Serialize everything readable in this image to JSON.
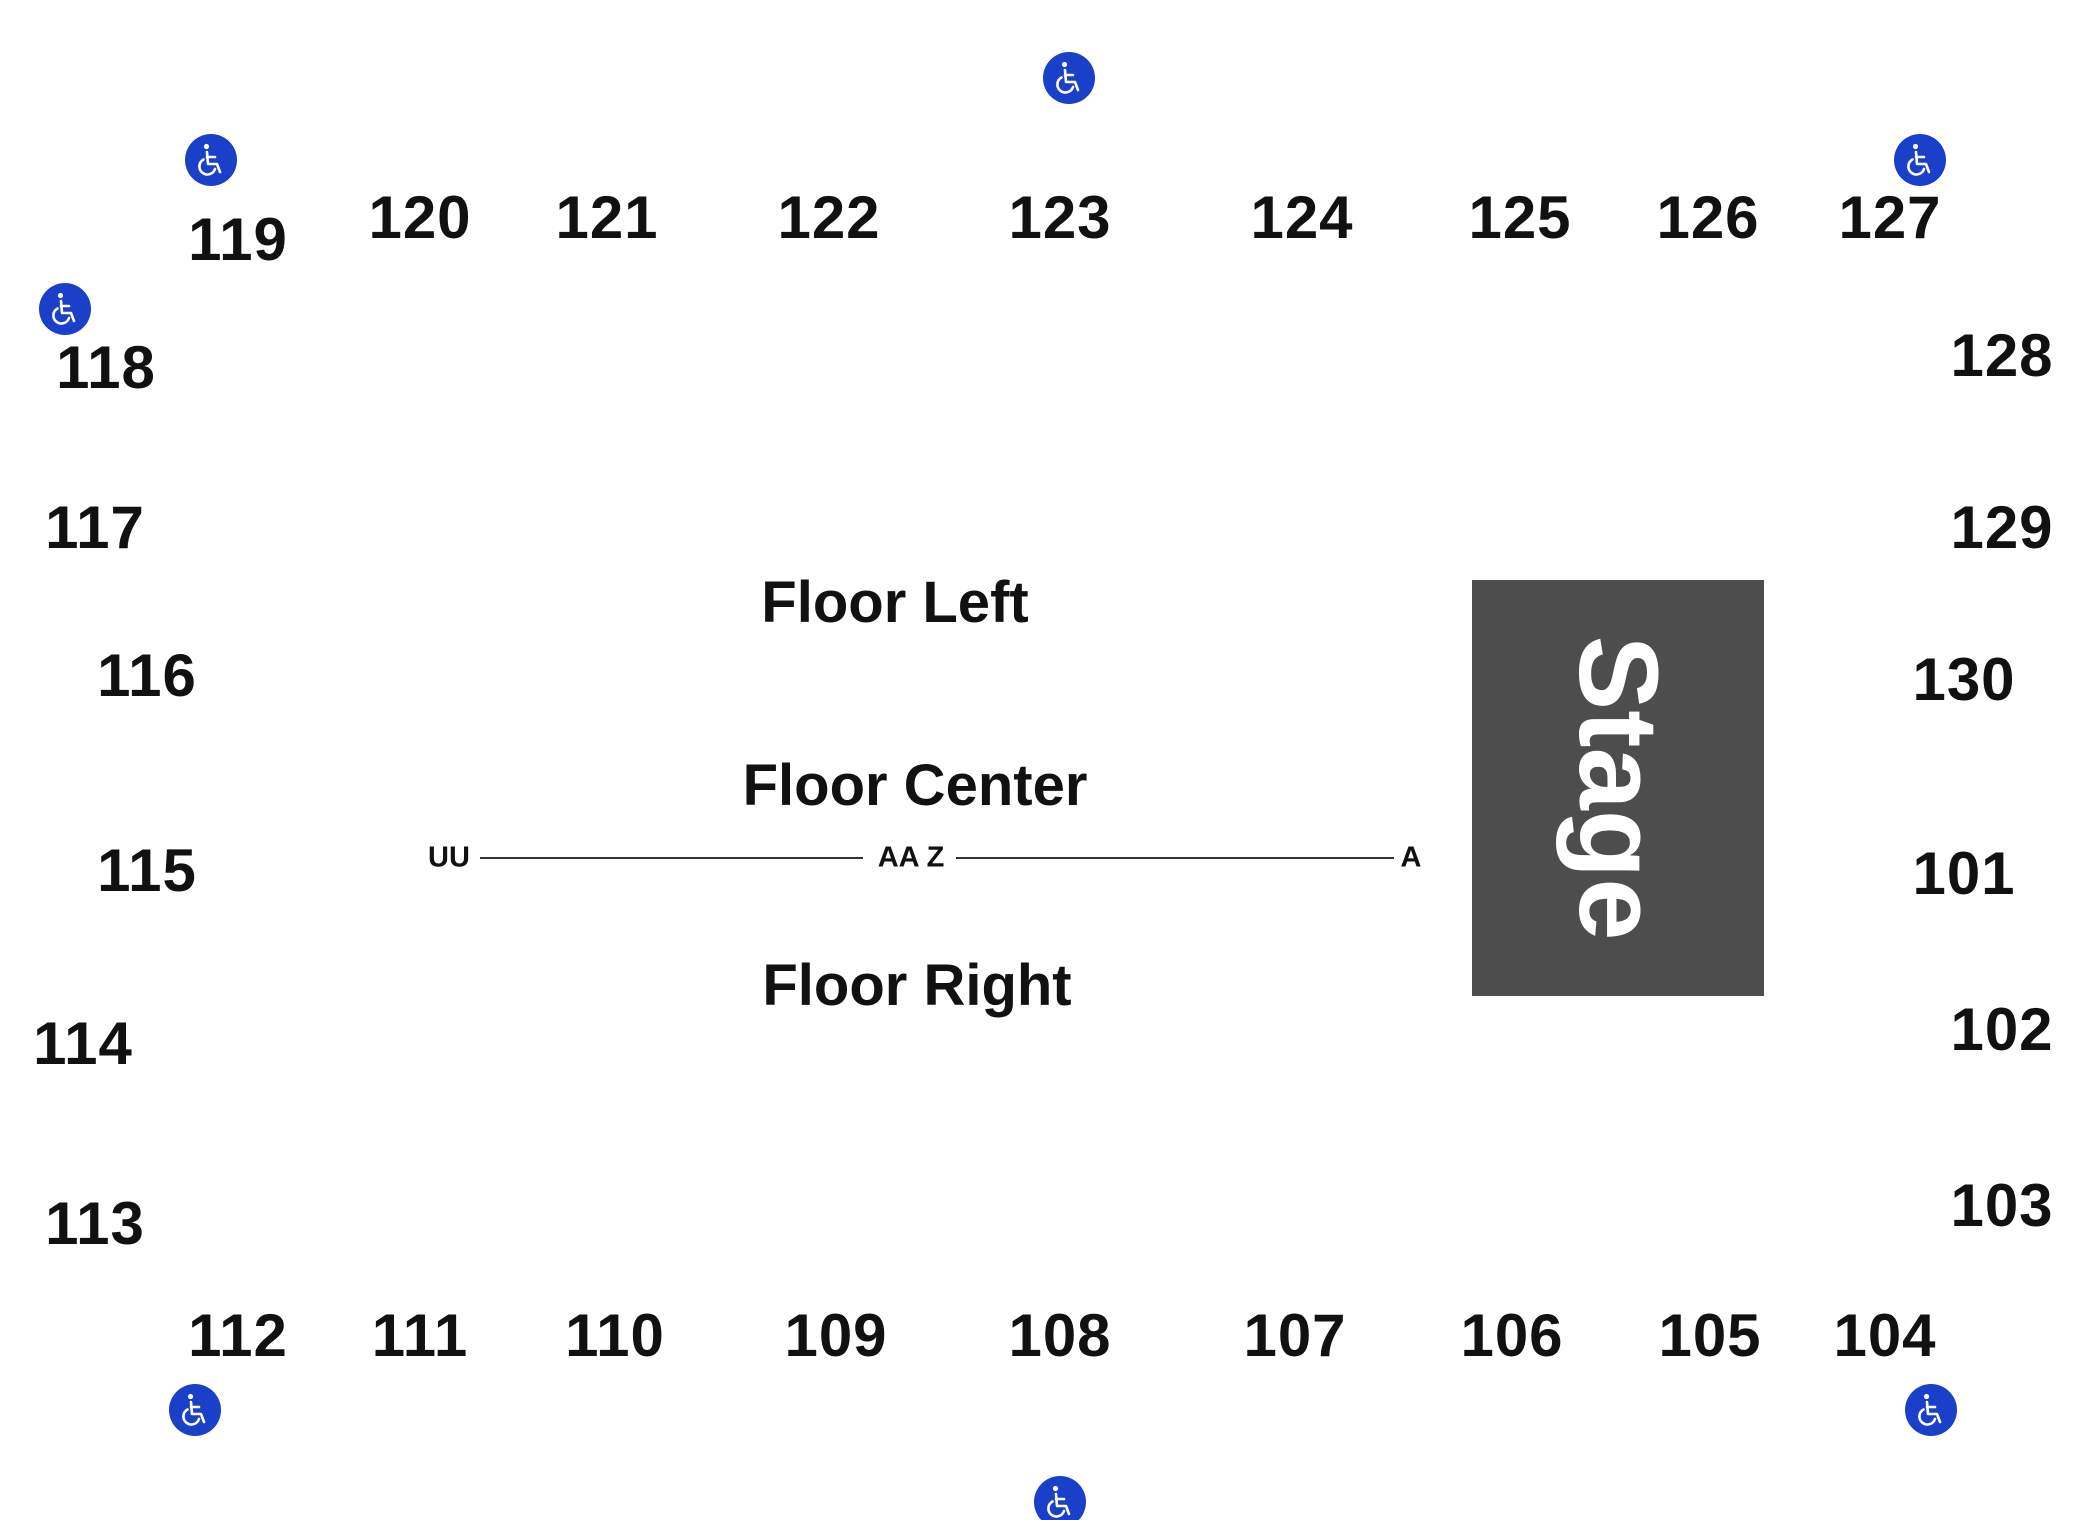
{
  "stage": {
    "label": "Stage",
    "color": "#4d4d4d"
  },
  "accessible_icon": {
    "name": "wheelchair-icon",
    "color": "#1a3fc9"
  },
  "sections_top": [
    "119",
    "120",
    "121",
    "122",
    "123",
    "124",
    "125",
    "126",
    "127"
  ],
  "sections_left": [
    "118",
    "117",
    "116",
    "115",
    "114",
    "113"
  ],
  "sections_right": [
    "128",
    "129",
    "130",
    "101",
    "102",
    "103"
  ],
  "sections_bottom": [
    "112",
    "111",
    "110",
    "109",
    "108",
    "107",
    "106",
    "105",
    "104"
  ],
  "floor": {
    "left": "Floor Left",
    "center": "Floor Center",
    "right": "Floor Right"
  },
  "rows": {
    "back": "UU",
    "middle": "AA Z",
    "front": "A"
  }
}
